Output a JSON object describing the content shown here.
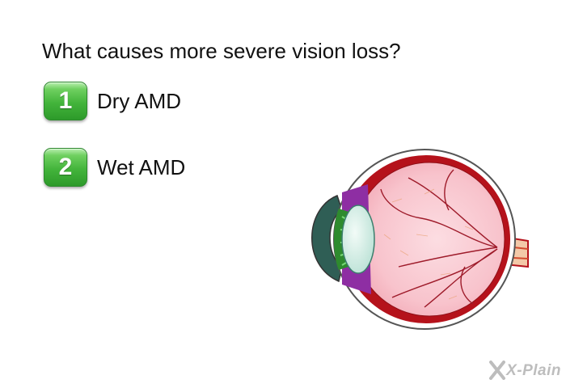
{
  "question": "What causes more severe vision loss?",
  "options": [
    {
      "number": "1",
      "label": "Dry AMD"
    },
    {
      "number": "2",
      "label": "Wet AMD"
    }
  ],
  "illustration": {
    "icon": "eye-cross-section-icon"
  },
  "logo": {
    "text": "X-Plain"
  },
  "colors": {
    "badge_green": "#43b43b",
    "sclera_red": "#b5121b",
    "retina_pink": "#f9c7cf",
    "iris_green": "#2e8b2e",
    "iris_purple": "#8e2ea3",
    "logo_gray": "#bdbdbd"
  }
}
